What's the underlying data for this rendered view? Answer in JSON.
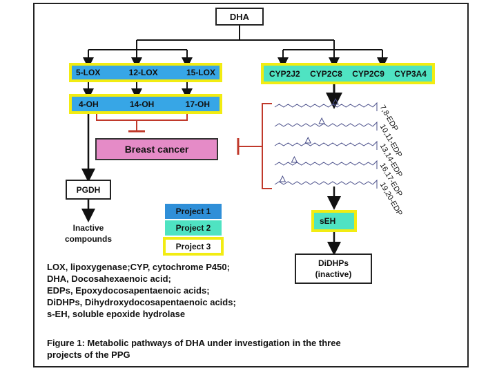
{
  "title": "DHA",
  "lox_enzymes": [
    "5-LOX",
    "12-LOX",
    "15-LOX"
  ],
  "hydroxy_products": [
    "4-OH",
    "14-OH",
    "17-OH"
  ],
  "cyp_enzymes": [
    "CYP2J2",
    "CYP2C8",
    "CYP2C9",
    "CYP3A4"
  ],
  "epoxides": [
    "7,8-EDP",
    "10,11-EDP",
    "13,14-EDP",
    "16,17-EDP",
    "19,20-EDP"
  ],
  "target": "Breast cancer",
  "pgdh": "PGDH",
  "inactive": [
    "Inactive",
    "compounds"
  ],
  "seh": "sEH",
  "didhps": [
    "DiDHPs",
    "(inactive)"
  ],
  "legend": [
    "Project 1",
    "Project 2",
    "Project 3"
  ],
  "abbreviations": [
    "LOX, lipoxygenase;CYP, cytochrome P450;",
    "DHA, Docosahexaenoic acid;",
    "EDPs, Epoxydocosapentaenoic acids;",
    "DiDHPs, Dihydroxydocosapentaenoic acids;",
    "s-EH, soluble epoxide hydrolase"
  ],
  "caption": [
    "Figure 1:  Metabolic pathways of DHA under investigation in the three",
    "projects of the PPG"
  ],
  "colors": {
    "project1": "#37a6e6",
    "project2": "#4fe3c2",
    "project3_border": "#f2ec12",
    "inhibition": "#c0392b",
    "breast_cancer": "#e58bc7"
  }
}
